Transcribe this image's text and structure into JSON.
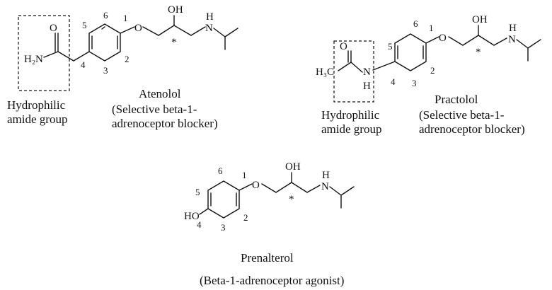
{
  "atenolol": {
    "name": "Atenolol",
    "desc_line1": "(Selective beta-1-",
    "desc_line2": "adrenoceptor blocker)",
    "group_line1": "Hydrophilic",
    "group_line2": "amide group",
    "atoms": {
      "O_carbonyl": "O",
      "N_amide": "H₂N",
      "O_ether": "O",
      "OH": "OH",
      "NH": "N",
      "NH_H": "H",
      "star": "*"
    },
    "ring_numbers": [
      "1",
      "2",
      "3",
      "4",
      "5",
      "6"
    ]
  },
  "practolol": {
    "name": "Practolol",
    "desc_line1": "(Selective beta-1-",
    "desc_line2": "adrenoceptor blocker)",
    "group_line1": "Hydrophilic",
    "group_line2": "amide group",
    "atoms": {
      "O_carbonyl": "O",
      "methyl": "H₃C",
      "N_amide": "N",
      "N_amide_H": "H",
      "O_ether": "O",
      "OH": "OH",
      "NH": "N",
      "NH_H": "H",
      "star": "*"
    },
    "ring_numbers": [
      "1",
      "2",
      "3",
      "4",
      "5",
      "6"
    ]
  },
  "prenalterol": {
    "name": "Prenalterol",
    "desc": "(Beta-1-adrenoceptor agonist)",
    "atoms": {
      "HO": "HO",
      "O_ether": "O",
      "OH": "OH",
      "NH": "N",
      "NH_H": "H",
      "star": "*"
    },
    "ring_numbers": [
      "1",
      "2",
      "3",
      "4",
      "5",
      "6"
    ]
  }
}
